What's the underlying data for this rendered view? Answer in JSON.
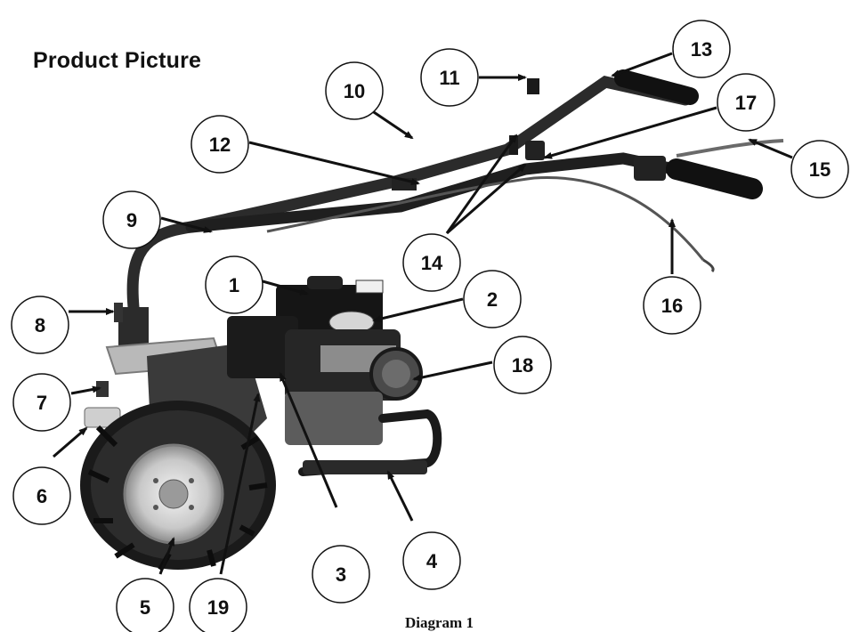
{
  "title": "Product Picture",
  "caption": "Diagram 1",
  "callouts": [
    {
      "number": "1"
    },
    {
      "number": "2"
    },
    {
      "number": "3"
    },
    {
      "number": "4"
    },
    {
      "number": "5"
    },
    {
      "number": "6"
    },
    {
      "number": "7"
    },
    {
      "number": "8"
    },
    {
      "number": "9"
    },
    {
      "number": "10"
    },
    {
      "number": "11"
    },
    {
      "number": "12"
    },
    {
      "number": "13"
    },
    {
      "number": "14"
    },
    {
      "number": "15"
    },
    {
      "number": "16"
    },
    {
      "number": "17"
    },
    {
      "number": "18"
    },
    {
      "number": "19"
    }
  ]
}
